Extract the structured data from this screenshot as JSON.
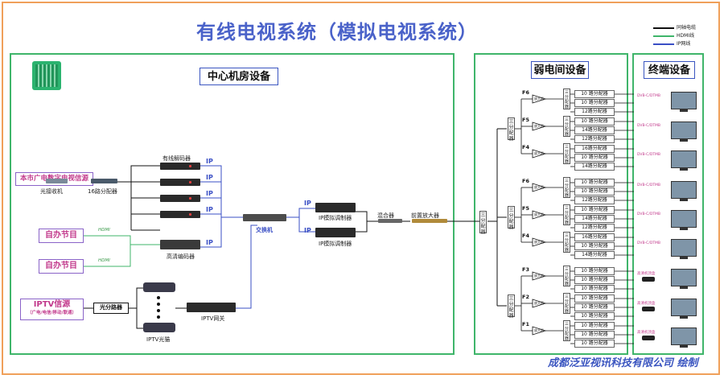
{
  "title": "有线电视系统（模拟电视系统）",
  "legend": [
    {
      "label": "同轴电缆",
      "color": "#111111"
    },
    {
      "label": "HDMI线",
      "color": "#3fb56a"
    },
    {
      "label": "IP网线",
      "color": "#3a4fc5"
    }
  ],
  "sections": {
    "central": "中心机房设备",
    "weak": "弱电间设备",
    "terminal": "终端设备"
  },
  "sources": {
    "local_tv": "本市广电数字电视信源",
    "self1": "自办节目",
    "self2": "自办节目",
    "iptv_title": "IPTV信源",
    "iptv_sub": "（广电/电信/移动/联通）"
  },
  "devices": {
    "optical_receiver": "光接收机",
    "splitter16": "16路分配器",
    "cable_decoder": "有线解码器",
    "hd_encoder": "高清编码器",
    "switch": "交换机",
    "ip_modulator1": "IP模拟调制器",
    "ip_modulator2": "IP模拟调制器",
    "mixer": "混合器",
    "preamp": "前置放大器",
    "optical_splitter": "光分路器",
    "iptv_modem": "IPTV光猫",
    "iptv_gateway": "IPTV网关"
  },
  "tags": {
    "ip": "IP",
    "hdmi": "HDMI"
  },
  "main_splitter": "三分配器",
  "branch_splitter": "三分配器",
  "amp_label": "放大器",
  "groups": [
    {
      "floors": [
        {
          "floor": "F6",
          "outputs": [
            "10 路分配器",
            "10 路分配器",
            "12路分配器"
          ]
        },
        {
          "floor": "F5",
          "outputs": [
            "10 路分配器",
            "14路分配器",
            "12路分配器"
          ]
        },
        {
          "floor": "F4",
          "outputs": [
            "16路分配器",
            "10 路分配器",
            "14路分配器"
          ]
        }
      ]
    },
    {
      "floors": [
        {
          "floor": "F6",
          "outputs": [
            "10 路分配器",
            "10 路分配器",
            "12路分配器"
          ]
        },
        {
          "floor": "F5",
          "outputs": [
            "10 路分配器",
            "14路分配器",
            "12路分配器"
          ]
        },
        {
          "floor": "F4",
          "outputs": [
            "16路分配器",
            "10 路分配器",
            "14路分配器"
          ]
        }
      ]
    },
    {
      "floors": [
        {
          "floor": "F3",
          "outputs": [
            "10 路分配器",
            "10 路分配器",
            "10 路分配器"
          ]
        },
        {
          "floor": "F2",
          "outputs": [
            "10 路分配器",
            "10 路分配器",
            "10 路分配器"
          ]
        },
        {
          "floor": "F1",
          "outputs": [
            "10 路分配器",
            "10 路分配器",
            "10 路分配器"
          ]
        }
      ]
    }
  ],
  "terminals": [
    "DVB-C/DTMB",
    "DVB-C/DTMB",
    "DVB-C/DTMB",
    "DVB-C/DTMB",
    "DVB-C/DTMB",
    "DVB-C/DTMB",
    "高清机顶盒",
    "高清机顶盒",
    "高清机顶盒"
  ],
  "credit": "成都泛亚视讯科技有限公司 绘制"
}
